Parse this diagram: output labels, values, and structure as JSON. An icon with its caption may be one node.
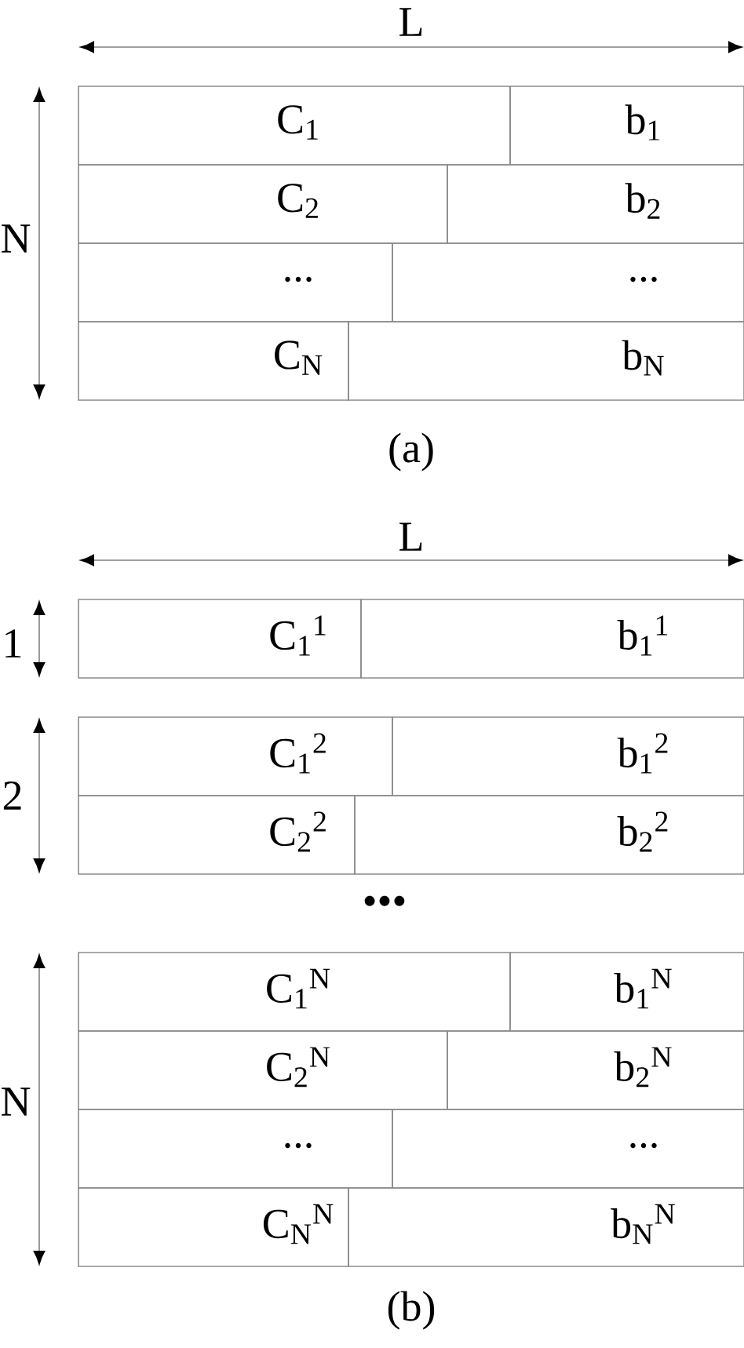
{
  "diagram": {
    "nodes": [
      {
        "text": [
          "C$_{1}$"
        ]
      },
      {
        "text": [
          "b$_{1}$"
        ]
      },
      {
        "text": [
          "C$_{2}$"
        ]
      },
      {
        "text": [
          "b$_{2}$"
        ]
      },
      {
        "text": [
          "..."
        ]
      },
      {
        "text": [
          "..."
        ]
      },
      {
        "text": [
          "C$_{N}$"
        ]
      },
      {
        "text": [
          "b$_{N}$"
        ]
      },
      {
        "text": [
          "C$_{1}$$^{1}$"
        ]
      },
      {
        "text": [
          "b$_{1}$$^{1}$"
        ]
      },
      {
        "text": [
          "C$_{1}$$^{2}$"
        ]
      },
      {
        "text": [
          "b$_{1}$$^{2}$"
        ]
      },
      {
        "text": [
          "C$_{2}$$^{2}$"
        ]
      },
      {
        "text": [
          "b$_{2}$$^{2}$"
        ]
      },
      {
        "text": [
          "C$_{1}$$^{N}$"
        ]
      },
      {
        "text": [
          "b$_{1}$$^{N}$"
        ]
      },
      {
        "text": [
          "C$_{2}$$^{N}$"
        ]
      },
      {
        "text": [
          "b$_{2}$$^{N}$"
        ]
      },
      {
        "text": [
          "..."
        ]
      },
      {
        "text": [
          "..."
        ]
      },
      {
        "text": [
          "C$_{N}$$^{N}$"
        ]
      },
      {
        "text": [
          "b$_{N}$$^{N}$"
        ]
      }
    ],
    "labels": [
      "L",
      "N",
      "(a)",
      "L",
      "1",
      "2",
      "•••",
      "N",
      "(b)"
    ]
  }
}
